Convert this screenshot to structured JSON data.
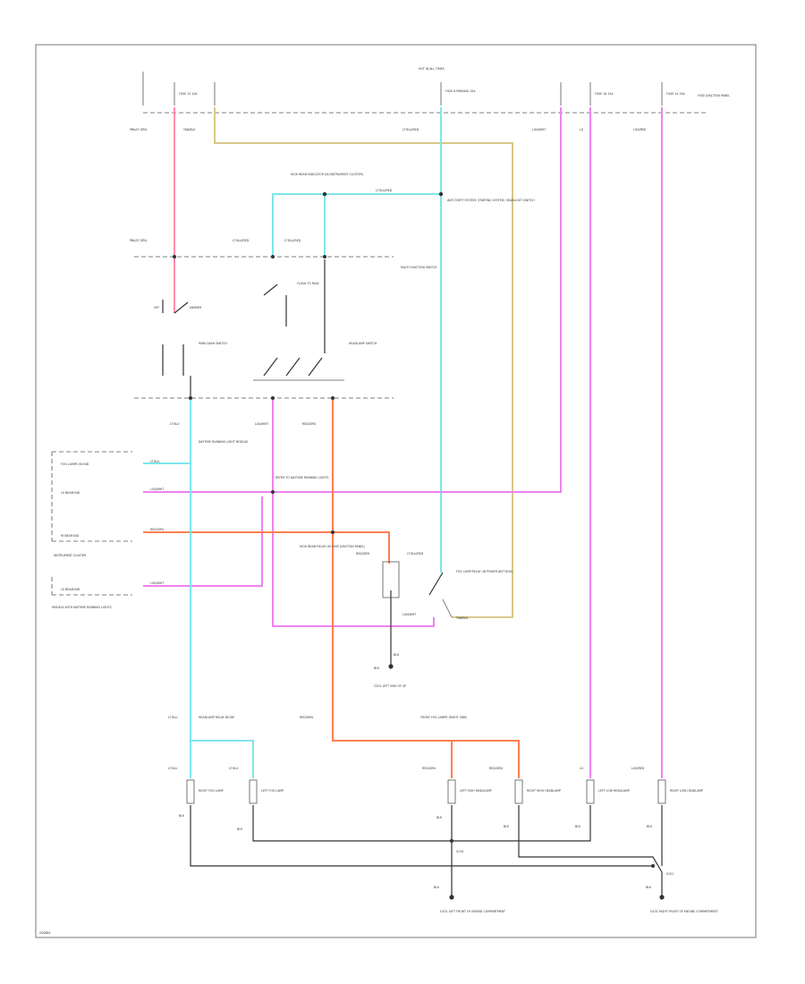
{
  "diagram": {
    "figure_code": "G00881",
    "top_label": "HOT IN ALL TIMES",
    "bus_labels": {
      "fuse_left": "FUSE 12 10A",
      "fuse_center": "FUSE 8 PARKING 15A",
      "fuse_right_a": "FUSE 16 15A",
      "fuse_right_b": "FUSE 14 15A",
      "box": "FUSE JUNCTION PANEL"
    },
    "wire_labels": {
      "pnk_lt_grn_top": "PNK/LT GRN",
      "tan_blk": "TAN/BLK",
      "lt_blu_red_top": "LT BLU/RED",
      "lgn_wht": "LGN/WHT",
      "lg": "LG",
      "lgn_red": "LGN/RED",
      "lt_blu_red_switch": "LT BLU/RED",
      "pnk_lt_grn_switch": "PNK/LT GRN",
      "lt_blu_red_a": "LT BLU/RED",
      "lt_blu_red_b": "LT BLU/RED",
      "lt_blu_mid": "LT BLU",
      "lgn_wht_mid": "LGN/WHT",
      "red_grn_mid": "RED/GRN",
      "lt_blu_conn": "LT BLU",
      "lgn_wht_conn": "LGN/WHT",
      "red_grn_conn": "RED/GRN",
      "lgn_wht_conn2": "LGN/WHT",
      "red_grn_relay": "RED/GRN",
      "lt_blu_red_relay": "LT BLU/RED",
      "lgn_wht_relay": "LGN/WHT",
      "tan_blk_relay": "TAN/BLK",
      "blk_relay": "BLK",
      "blk_ground": "BLK",
      "lt_blu_left": "LT BLU",
      "red_grn_left": "RED/GRN",
      "lt_blu_b1": "LT BLU",
      "lt_blu_b2": "LT BLU",
      "red_grn_b1": "RED/GRN",
      "red_grn_b2": "RED/GRN",
      "lg_b": "LG",
      "lgn_red_b": "LGN/RED",
      "blk_1": "BLK",
      "blk_2": "BLK",
      "blk_3": "BLK",
      "blk_4": "BLK",
      "blk_5": "BLK",
      "blk_6": "BLK",
      "blk_g1": "BLK",
      "blk_g2": "BLK"
    },
    "component_labels": {
      "hi_beam_indicator_top": "HIGH BEAM INDICATOR (IN INSTRUMENT CLUSTER)",
      "anti_theft": "ANTI-THEFT SYSTEM, STARTING SYSTEM, HEADLIGHT SWITCH",
      "multi_function_switch": "MULTI FUNCTION SWITCH",
      "flash_to_pass": "FLASH TO PASS",
      "dimmer": "DIMMER",
      "off_on": "OFF",
      "park_dash_switch": "PARK DASH SWITCH",
      "headlamp_switch": "HEADLAMP SWITCH",
      "instrument_cluster_label": "INSTRUMENT CLUSTER",
      "fog_lamps_on_ind": "FOG LAMPS ON IND",
      "lo_beam_ind": "LO BEAM IND",
      "hi_beam_ind": "HI BEAM IND",
      "lo_beam_ind2": "LO BEAM IND",
      "daytime_running_light_module": "DAYTIME RUNNING LIGHT MODULE",
      "main_relay_note": "REFER TO DAYTIME RUNNING LIGHTS",
      "hi_beam_relay": "HIGH BEAM RELAY (IN FUSE JUNCTION PANEL)",
      "fog_relay": "FOG LAMP RELAY (IN POWER DIST BOX)",
      "passenger_pkr_note": "FRONT FOG LAMPS (RIGHT SIDE)",
      "dual_headlight_note": "MODELS WITH DAYTIME RUNNING LIGHTS",
      "ground_relay": "G201 LEFT SIDE OF I/P",
      "main_relay_box": "HEADLAMP RELAY DIODE",
      "rh_fog": "RIGHT FOG LAMP",
      "lh_fog": "LEFT FOG LAMP",
      "lh_hi": "LEFT HIGH HEADLAMP",
      "rh_hi": "RIGHT HIGH HEADLAMP",
      "lh_lo": "LEFT LOW HEADLAMP",
      "rh_lo": "RIGHT LOW HEADLAMP",
      "splice_s116": "S116",
      "splice_s101": "S101",
      "ground_g101": "G101 LEFT FRONT OF ENGINE COMPARTMENT",
      "ground_g102": "G102 RIGHT FRONT OF ENGINE COMPARTMENT"
    },
    "colors": {
      "pink": "#ff8ca8",
      "tan": "#d9c78a",
      "cyan": "#7ee6ea",
      "magenta": "#ee82ee",
      "orange": "#ff7f50",
      "black": "#333333"
    }
  }
}
